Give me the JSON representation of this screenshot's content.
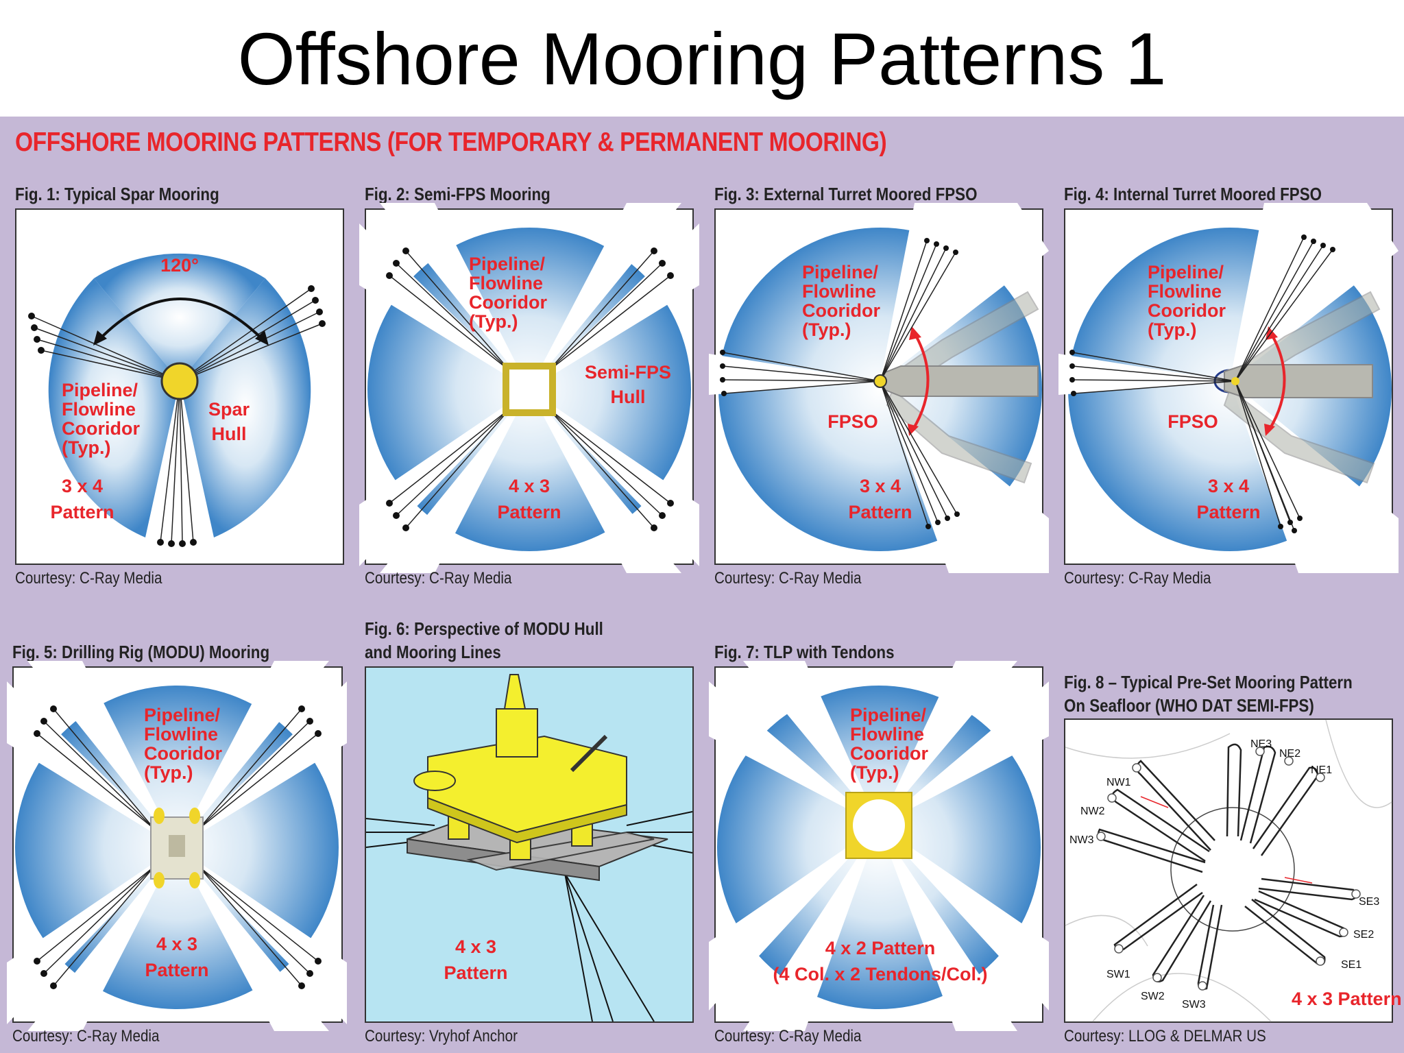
{
  "slide": {
    "title": "Offshore Mooring Patterns 1"
  },
  "poster": {
    "heading": "OFFSHORE MOORING PATTERNS (FOR TEMPORARY & PERMANENT MOORING)"
  },
  "colors": {
    "heading_red": "#e8252b",
    "poster_bg": "#c5b8d6",
    "water_blue": "#3f86c8",
    "hull_yellow": "#f0d52a"
  },
  "figures": [
    {
      "caption": "Fig. 1: Typical Spar Mooring",
      "credit": "Courtesy: C-Ray Media",
      "labels": {
        "angle": "120°",
        "corridor": [
          "Pipeline/",
          "Flowline",
          "Cooridor",
          "(Typ.)"
        ],
        "hull": [
          "Spar",
          "Hull"
        ],
        "pattern": [
          "3 x 4",
          "Pattern"
        ]
      }
    },
    {
      "caption": "Fig. 2: Semi-FPS Mooring",
      "credit": "Courtesy: C-Ray Media",
      "labels": {
        "corridor": [
          "Pipeline/",
          "Flowline",
          "Cooridor",
          "(Typ.)"
        ],
        "hull": [
          "Semi-FPS",
          "Hull"
        ],
        "pattern": [
          "4 x 3",
          "Pattern"
        ]
      }
    },
    {
      "caption": "Fig. 3: External Turret Moored FPSO",
      "credit": "Courtesy: C-Ray Media",
      "labels": {
        "corridor": [
          "Pipeline/",
          "Flowline",
          "Cooridor",
          "(Typ.)"
        ],
        "vessel": "FPSO",
        "pattern": [
          "3 x 4",
          "Pattern"
        ]
      }
    },
    {
      "caption": "Fig. 4: Internal Turret Moored FPSO",
      "credit": "Courtesy: C-Ray Media",
      "labels": {
        "corridor": [
          "Pipeline/",
          "Flowline",
          "Cooridor",
          "(Typ.)"
        ],
        "vessel": "FPSO",
        "pattern": [
          "3 x 4",
          "Pattern"
        ]
      }
    },
    {
      "caption": "Fig. 5: Drilling Rig (MODU) Mooring",
      "credit": "Courtesy: C-Ray Media",
      "labels": {
        "corridor": [
          "Pipeline/",
          "Flowline",
          "Cooridor",
          "(Typ.)"
        ],
        "pattern": [
          "4 x 3",
          "Pattern"
        ]
      }
    },
    {
      "caption": [
        "Fig. 6: Perspective of MODU Hull",
        "and Mooring Lines"
      ],
      "credit": "Courtesy: Vryhof Anchor",
      "labels": {
        "pattern": [
          "4 x 3",
          "Pattern"
        ]
      }
    },
    {
      "caption": "Fig. 7: TLP with Tendons",
      "credit": "Courtesy: C-Ray Media",
      "labels": {
        "corridor": [
          "Pipeline/",
          "Flowline",
          "Cooridor",
          "(Typ.)"
        ],
        "pattern": [
          "4 x 2 Pattern",
          "(4 Col. x 2 Tendons/Col.)"
        ]
      }
    },
    {
      "caption": [
        "Fig. 8 – Typical Pre-Set Mooring Pattern",
        "On Seafloor (WHO DAT SEMI-FPS)"
      ],
      "credit": "Courtesy: LLOG & DELMAR US",
      "labels": {
        "anchors": [
          "NE3",
          "NE2",
          "NE1",
          "NW1",
          "NW2",
          "NW3",
          "SE3",
          "SE2",
          "SE1",
          "SW1",
          "SW2",
          "SW3"
        ],
        "pattern": "4 x 3 Pattern"
      }
    }
  ]
}
